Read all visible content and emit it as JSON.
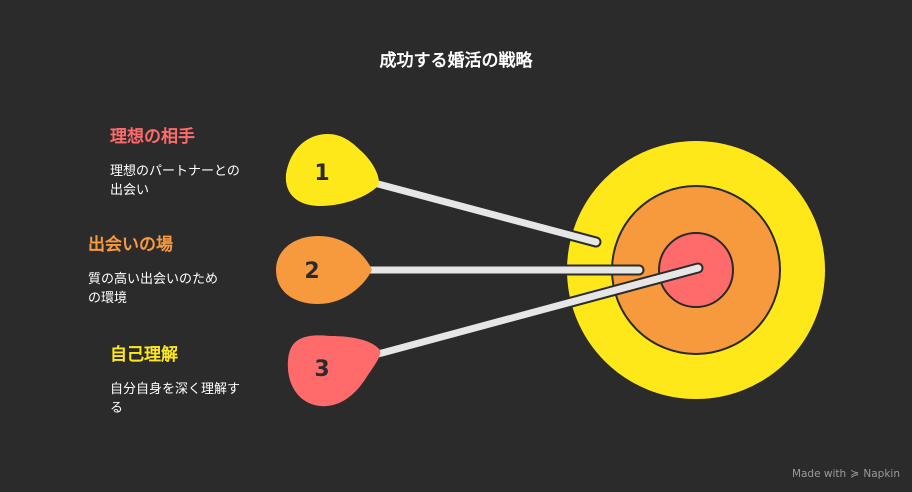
{
  "title": "成功する婚活の戦略",
  "items": [
    {
      "number": "1",
      "heading": "理想の相手",
      "description": "理想のパートナーとの出会い",
      "color": "#ff6b6b"
    },
    {
      "number": "2",
      "heading": "出会いの場",
      "description": "質の高い出会いのための環境",
      "color": "#f79a3e"
    },
    {
      "number": "3",
      "heading": "自己理解",
      "description": "自分自身を深く理解する",
      "color": "#ffe81a"
    }
  ],
  "target_colors": {
    "outer": "#ffe81a",
    "middle": "#f79a3e",
    "inner": "#ff6b6b"
  },
  "pin_colors": [
    "#ffe81a",
    "#f79a3e",
    "#ff6b6b"
  ],
  "watermark": {
    "made_with": "Made with",
    "brand": "Napkin"
  }
}
